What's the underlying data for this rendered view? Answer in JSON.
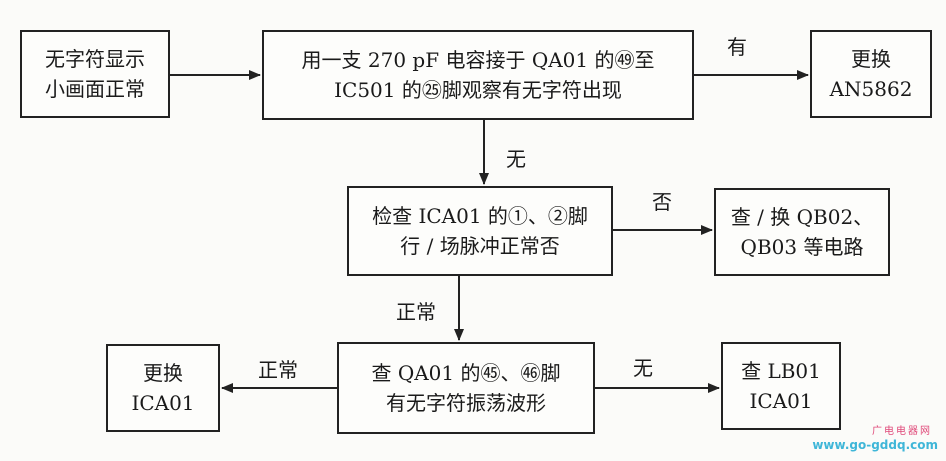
{
  "boxes": {
    "start": [
      "无字符显示",
      "小画面正常"
    ],
    "test_cap": [
      "用一支 270 pF 电容接于 QA01 的㊾至",
      "IC501 的㉕脚观察有无字符出现"
    ],
    "replace_an": [
      "更换",
      "AN5862"
    ],
    "check_ica": [
      "检查 ICA01 的①、②脚",
      "行 / 场脉冲正常否"
    ],
    "check_qb": [
      "查 / 换 QB02、",
      "QB03 等电路"
    ],
    "check_osc": [
      "查 QA01 的㊺、㊻脚",
      "有无字符振荡波形"
    ],
    "replace_ica": [
      "更换",
      "ICA01"
    ],
    "check_lb": [
      "查 LB01",
      "ICA01"
    ]
  },
  "edge_labels": {
    "yes": "有",
    "none_1": "无",
    "no": "否",
    "normal_1": "正常",
    "normal_2": "正常",
    "none_2": "无"
  },
  "watermark": {
    "line1": "广电电器网",
    "line2": "www.go-gddq.com"
  }
}
